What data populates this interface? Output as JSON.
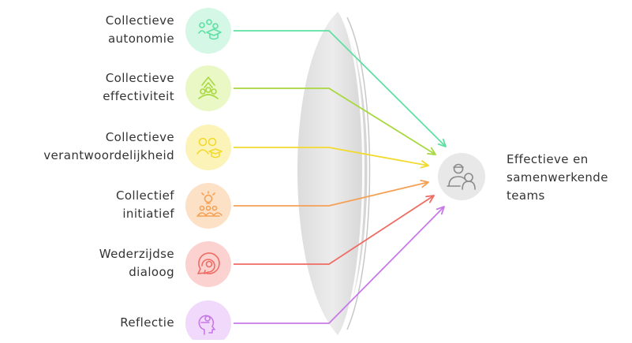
{
  "inputs": [
    {
      "lines": [
        "Collectieve",
        "autonomie"
      ],
      "color": "#5ee0a3",
      "fill": "#d4f7e6",
      "icon": "people-graduation-icon"
    },
    {
      "lines": [
        "Collectieve",
        "effectiviteit"
      ],
      "color": "#a8d83f",
      "fill": "#e9f8c4",
      "icon": "growth-team-icon"
    },
    {
      "lines": [
        "Collectieve",
        "verantwoordelijkheid"
      ],
      "color": "#f2da2c",
      "fill": "#fbf3b8",
      "icon": "group-graduation-icon"
    },
    {
      "lines": [
        "Collectief",
        "initiatief"
      ],
      "color": "#f5a155",
      "fill": "#fde1c6",
      "icon": "lightbulb-team-icon"
    },
    {
      "lines": [
        "Wederzijdse",
        "dialoog"
      ],
      "color": "#ef6b63",
      "fill": "#fbd2cf",
      "icon": "chat-bubbles-icon"
    },
    {
      "lines": [
        "Reflectie"
      ],
      "color": "#c779e8",
      "fill": "#f0d9fa",
      "icon": "head-reflection-icon"
    }
  ],
  "output": {
    "lines": [
      "Effectieve en",
      "samenwerkende",
      "teams"
    ],
    "icon": "team-collaboration-icon",
    "fill": "#e8e8e8"
  }
}
